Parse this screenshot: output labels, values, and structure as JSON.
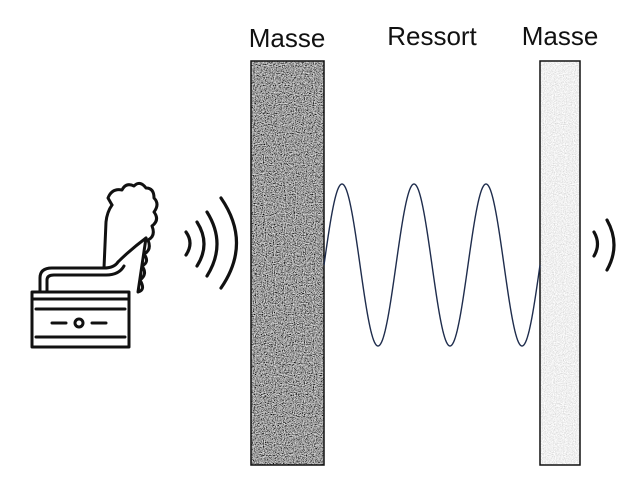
{
  "labels": {
    "left_mass": "Masse",
    "spring": "Ressort",
    "right_mass": "Masse"
  },
  "icons": {
    "source": "gramophone-icon",
    "incoming_waves": "sound-waves-icon",
    "outgoing_wave": "sound-wave-icon"
  },
  "colors": {
    "left_mass_base": "#9a9a9a",
    "right_mass_base": "#dcdcdc",
    "spring_line": "#1f2d4d",
    "ink": "#111111"
  },
  "incoming_wave_count": 3,
  "outgoing_wave_count": 1,
  "spring_peaks": 3
}
